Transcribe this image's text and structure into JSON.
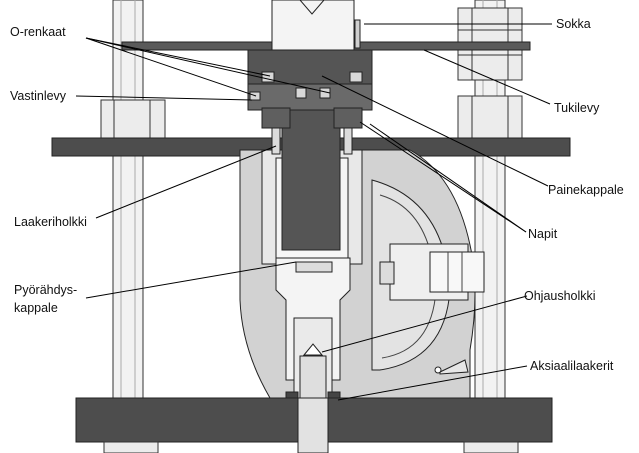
{
  "labels": {
    "sokka": "Sokka",
    "o_renkaat": "O-renkaat",
    "vastinlevy": "Vastinlevy",
    "tukilevy": "Tukilevy",
    "painekappale": "Painekappale",
    "laakeriholkki": "Laakeriholkki",
    "napit": "Napit",
    "pyorahdys_line1": "Pyörähdys-",
    "pyorahdys_line2": "kappale",
    "ohjausholkki": "Ohjausholkki",
    "aksiaalilaakerit": "Aksiaalilaakerit"
  },
  "colors": {
    "dark_plate": "#4d4d4d",
    "body_grey": "#d2d2d2",
    "light_grey": "#e8e8e8",
    "outline": "#222222",
    "background": "#ffffff"
  }
}
